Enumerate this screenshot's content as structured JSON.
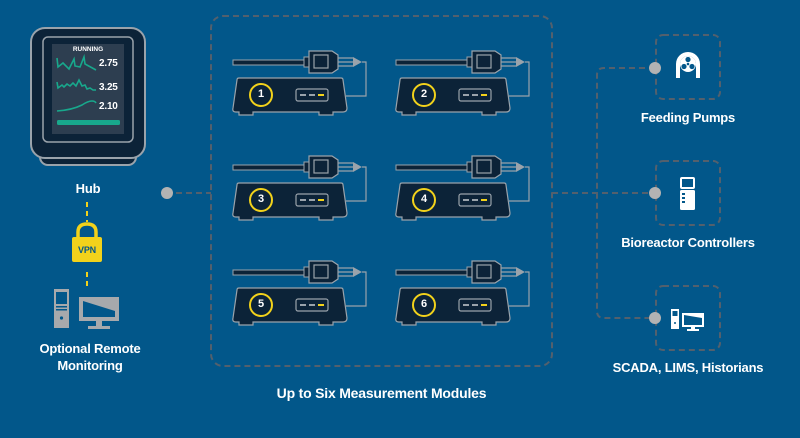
{
  "colors": {
    "background": "#02578a",
    "device_dark": "#0c2338",
    "device_outline": "#9aa3ab",
    "accent_yellow": "#f2d21b",
    "teal": "#18a88c",
    "dash_gray": "#53606d",
    "node_gray": "#b3b3b3"
  },
  "hub": {
    "label": "Hub",
    "screen_status": "RUNNING",
    "readings": [
      "2.75",
      "3.25",
      "2.10"
    ],
    "progress": 1.0
  },
  "vpn": {
    "label": "VPN",
    "icon": "lock-icon"
  },
  "remote": {
    "label_line1": "Optional Remote",
    "label_line2": "Monitoring",
    "icon": "computer-icon"
  },
  "modules": {
    "title": "Up to Six Measurement Modules",
    "items": [
      {
        "number": "1"
      },
      {
        "number": "2"
      },
      {
        "number": "3"
      },
      {
        "number": "4"
      },
      {
        "number": "5"
      },
      {
        "number": "6"
      }
    ]
  },
  "outputs": [
    {
      "label": "Feeding Pumps",
      "icon": "pump-icon"
    },
    {
      "label": "Bioreactor Controllers",
      "icon": "controller-icon"
    },
    {
      "label": "SCADA, LIMS, Historians",
      "icon": "computer-icon"
    }
  ]
}
